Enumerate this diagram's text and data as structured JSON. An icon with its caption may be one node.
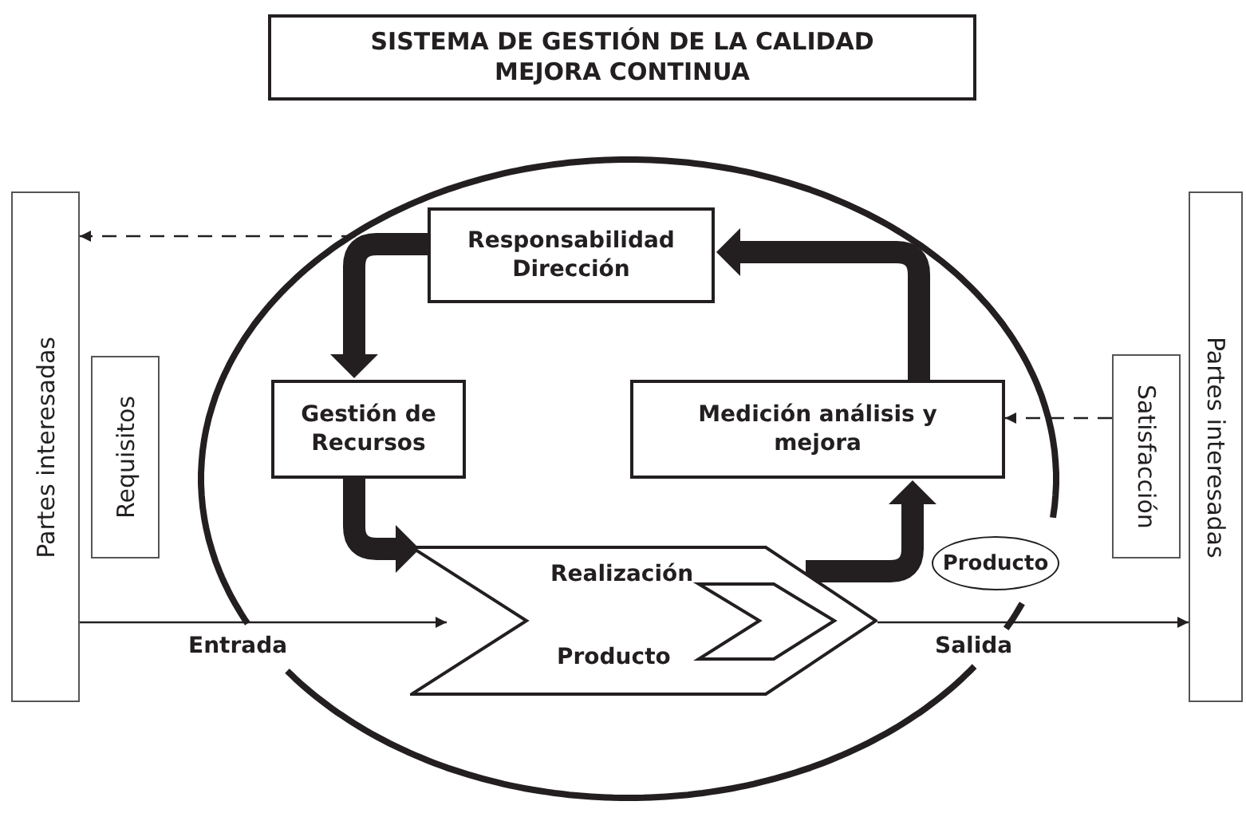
{
  "diagram": {
    "nodes": [
      {
        "text": [
          "SISTEMA DE GESTIÓN DE LA CALIDAD MEJORA CONTINUA"
        ]
      },
      {
        "text": [
          "Partes interesadas"
        ]
      },
      {
        "text": [
          "Requisitos"
        ]
      },
      {
        "text": [
          "Responsabilidad Dirección"
        ]
      },
      {
        "text": [
          "Gestión de Recursos"
        ]
      },
      {
        "text": [
          "Medición análisis y mejora"
        ]
      },
      {
        "text": [
          "Realización",
          "Producto"
        ]
      },
      {
        "text": [
          "Producto"
        ]
      },
      {
        "text": [
          "Satisfacción"
        ]
      },
      {
        "text": [
          "Partes interesadas"
        ]
      }
    ],
    "edges": [
      {
        "from": 3,
        "to": 1,
        "arrow": "to",
        "style": "dashed"
      },
      {
        "from": 8,
        "to": 5,
        "arrow": "to",
        "style": "dashed"
      },
      {
        "from": 3,
        "to": 4,
        "arrow": "to",
        "style": "thick"
      },
      {
        "from": 4,
        "to": 6,
        "arrow": "to",
        "style": "thick"
      },
      {
        "from": 6,
        "to": 5,
        "arrow": "to",
        "style": "thick"
      },
      {
        "from": 5,
        "to": 3,
        "arrow": "to",
        "style": "thick"
      },
      {
        "from": 1,
        "to": 6,
        "arrow": "to",
        "label": "Entrada"
      },
      {
        "from": 6,
        "to": 9,
        "arrow": "to",
        "label": "Salida"
      }
    ]
  }
}
